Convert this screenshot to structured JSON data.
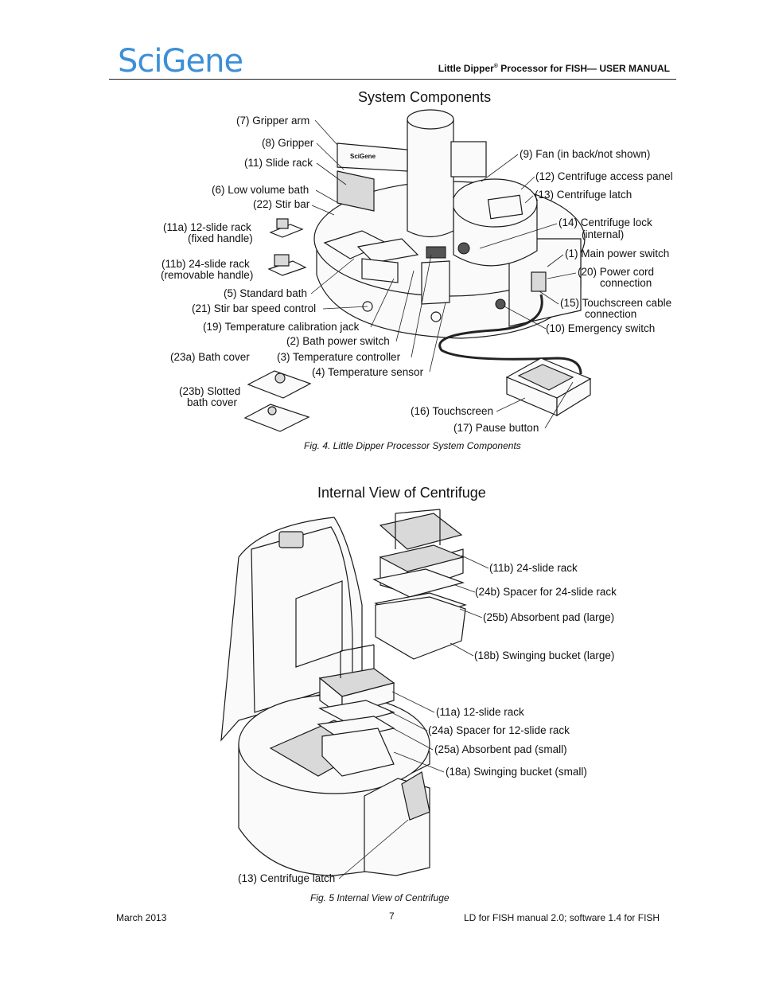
{
  "header": {
    "logo": "SciGene",
    "title_brand": "Little Dipper",
    "title_reg": "®",
    "title_rest": " Processor for FISH— USER MANUAL"
  },
  "figure1": {
    "title": "System Components",
    "device_logo": "SciGene",
    "labels": {
      "l7": "(7) Gripper arm",
      "l8": "(8) Gripper",
      "l11": "(11) Slide rack",
      "l6": "(6) Low volume bath",
      "l22": "(22) Stir bar",
      "l11a_1": "(11a) 12-slide rack",
      "l11a_2": "(fixed handle)",
      "l11b_1": "(11b) 24-slide rack",
      "l11b_2": "(removable handle)",
      "l5": "(5) Standard bath",
      "l21": "(21) Stir bar speed control",
      "l19": "(19) Temperature calibration jack",
      "l2": "(2) Bath power switch",
      "l23a": "(23a) Bath cover",
      "l3": "(3) Temperature controller",
      "l4": "(4) Temperature sensor",
      "l23b_1": "(23b) Slotted",
      "l23b_2": "bath cover",
      "l9": "(9) Fan (in back/not shown)",
      "l12": "(12) Centrifuge access panel",
      "l13": "(13) Centrifuge latch",
      "l14_1": "(14) Centrifuge lock",
      "l14_2": "(internal)",
      "l1": "(1) Main power switch",
      "l20_1": "(20) Power cord",
      "l20_2": "connection",
      "l15_1": "(15) Touchscreen cable",
      "l15_2": "connection",
      "l10": "(10) Emergency switch",
      "l16": "(16) Touchscreen",
      "l17": "(17) Pause button"
    },
    "caption": "Fig. 4. Little Dipper Processor System Components"
  },
  "figure2": {
    "title": "Internal View of Centrifuge",
    "labels": {
      "l11b": "(11b) 24-slide rack",
      "l24b": "(24b) Spacer for 24-slide rack",
      "l25b": "(25b) Absorbent pad (large)",
      "l18b": "(18b) Swinging bucket (large)",
      "l11a": "(11a) 12-slide rack",
      "l24a": "(24a) Spacer for 12-slide rack",
      "l25a": "(25a) Absorbent pad (small)",
      "l18a": "(18a) Swinging bucket (small)",
      "l13": "(13) Centrifuge latch"
    },
    "caption": "Fig. 5 Internal View of Centrifuge"
  },
  "footer": {
    "date": "March 2013",
    "page": "7",
    "version": "LD for FISH manual 2.0; software 1.4 for FISH"
  }
}
